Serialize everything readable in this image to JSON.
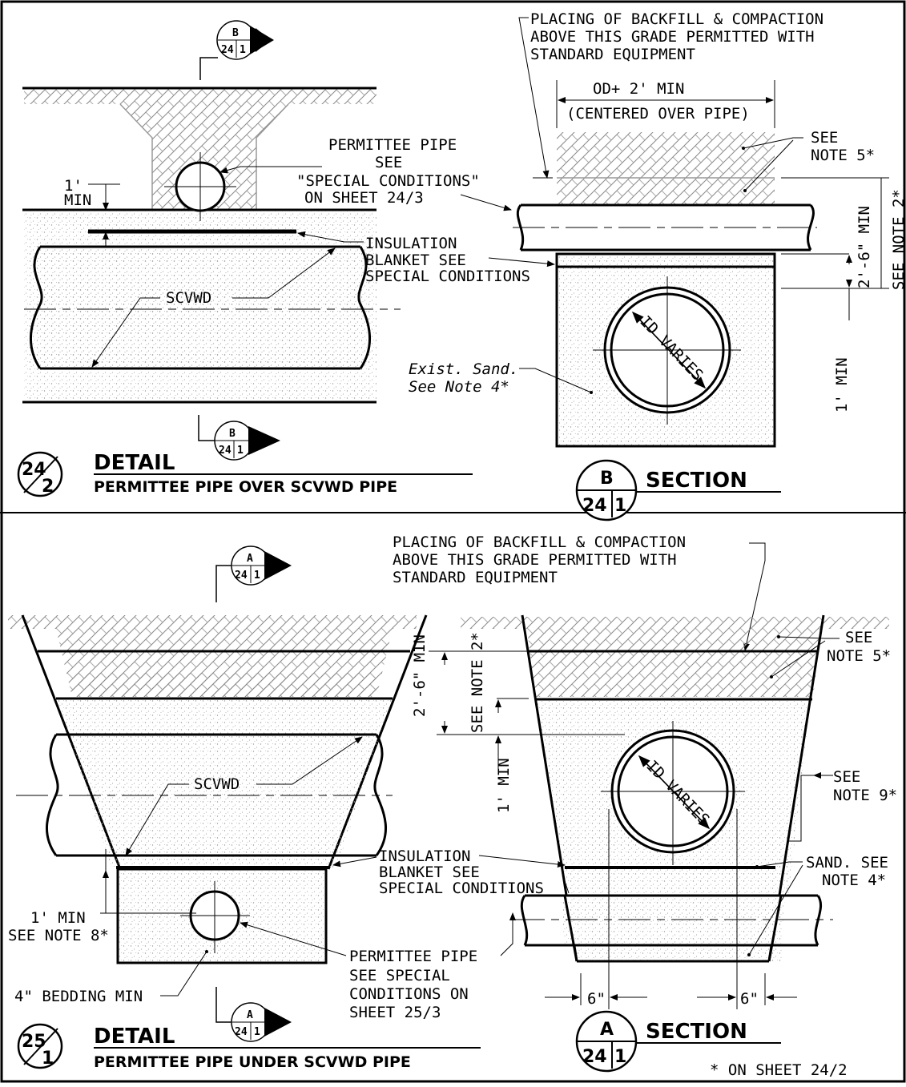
{
  "detail_top": {
    "badge_top": "24",
    "badge_bottom": "2",
    "title": "DETAIL",
    "subtitle": "PERMITTEE PIPE OVER SCVWD PIPE",
    "cut_letter": "B",
    "cut_sheet": "24",
    "cut_num": "1",
    "label_permittee": [
      "PERMITTEE PIPE",
      "SEE",
      "\"SPECIAL CONDITIONS\"",
      "ON SHEET 24/3"
    ],
    "label_1min": [
      "1'",
      "MIN"
    ],
    "label_insulation": [
      "INSULATION",
      "BLANKET SEE",
      "SPECIAL CONDITIONS"
    ],
    "label_scvwd": "SCVWD"
  },
  "section_b": {
    "letter": "B",
    "sheet": "24",
    "num": "1",
    "title": "SECTION",
    "note_backfill": [
      "PLACING OF BACKFILL & COMPACTION",
      "ABOVE THIS GRADE PERMITTED WITH",
      "STANDARD EQUIPMENT"
    ],
    "od_label": [
      "OD+ 2' MIN",
      "(CENTERED OVER PIPE)"
    ],
    "see_note5": [
      "SEE",
      "NOTE 5*"
    ],
    "dim_2_6": "2'-6\" MIN",
    "see_note2": "SEE NOTE 2*",
    "dim_1min": "1' MIN",
    "exist_sand": [
      "Exist. Sand.",
      "See Note 4*"
    ],
    "id_varies": "ID VARIES"
  },
  "detail_bottom": {
    "badge_top": "25",
    "badge_bottom": "1",
    "title": "DETAIL",
    "subtitle": "PERMITTEE PIPE UNDER SCVWD PIPE",
    "cut_letter": "A",
    "cut_sheet": "24",
    "cut_num": "1",
    "label_scvwd": "SCVWD",
    "label_insulation": [
      "INSULATION",
      "BLANKET SEE",
      "SPECIAL CONDITIONS"
    ],
    "label_1min": [
      "1' MIN",
      "SEE NOTE 8*"
    ],
    "label_bedding": "4\" BEDDING MIN",
    "label_permittee": [
      "PERMITTEE PIPE",
      "SEE SPECIAL",
      "CONDITIONS ON",
      "SHEET 25/3"
    ],
    "dim_2_6": "2'-6\" MIN",
    "see_note2": "SEE NOTE 2*",
    "dim_1min": "1' MIN"
  },
  "section_a": {
    "letter": "A",
    "sheet": "24",
    "num": "1",
    "title": "SECTION",
    "note_backfill": [
      "PLACING OF BACKFILL & COMPACTION",
      "ABOVE THIS GRADE PERMITTED WITH",
      "STANDARD EQUIPMENT"
    ],
    "see_note5": [
      "SEE",
      "NOTE 5*"
    ],
    "see_note9": [
      "SEE",
      "NOTE 9*"
    ],
    "sand_note4": [
      "SAND. SEE",
      "NOTE 4*"
    ],
    "id_varies": "ID VARIES",
    "dim_6": "6\"",
    "footnote": "* ON SHEET 24/2"
  }
}
